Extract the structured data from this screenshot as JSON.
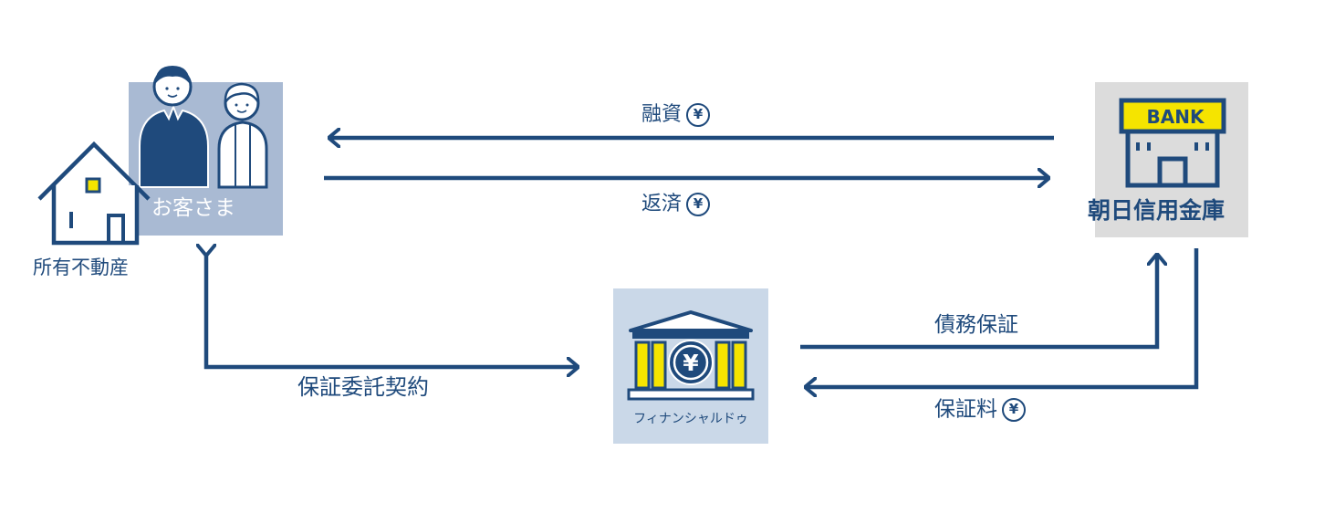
{
  "nodes": {
    "customer": {
      "label": "お客さま"
    },
    "property": {
      "label": "所有不動産"
    },
    "bank": {
      "label": "朝日信用金庫",
      "sign": "BANK"
    },
    "guarantor": {
      "label": "フィナンシャルドゥ"
    }
  },
  "flows": {
    "loan": {
      "label": "融資"
    },
    "repayment": {
      "label": "返済"
    },
    "entrustment_contract": {
      "label": "保証委託契約"
    },
    "debt_guarantee": {
      "label": "債務保証"
    },
    "guarantee_fee": {
      "label": "保証料"
    }
  },
  "icons": {
    "yen_symbol": "¥",
    "customer_icon": "couple-icon",
    "property_icon": "house-icon",
    "bank_icon": "bank-building-icon",
    "guarantor_icon": "finance-building-icon"
  },
  "colors": {
    "primary": "#1f4a7c",
    "accent_yellow": "#f5e400",
    "customer_box": "#a9bad3",
    "bank_box": "#dcdcdc",
    "guarantor_box": "#cad8e8"
  }
}
